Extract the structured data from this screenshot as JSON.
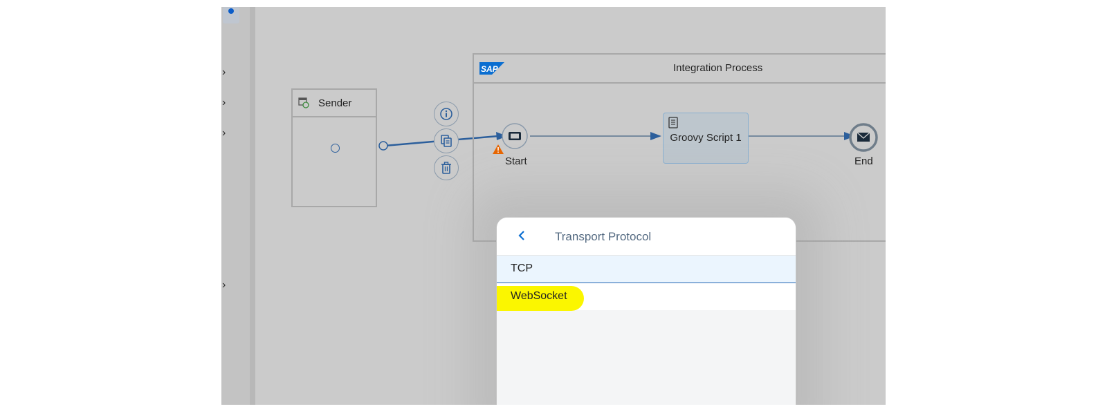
{
  "canvas": {
    "sender": {
      "label": "Sender"
    },
    "integration_process": {
      "title": "Integration Process",
      "logo_text": "SAP"
    },
    "nodes": {
      "start": {
        "label": "Start"
      },
      "groovy": {
        "label": "Groovy Script 1"
      },
      "end": {
        "label": "End"
      }
    },
    "context_buttons": [
      "info-icon",
      "copy-icon",
      "delete-icon"
    ]
  },
  "popup": {
    "title": "Transport Protocol",
    "options": [
      {
        "label": "TCP",
        "selected": true
      },
      {
        "label": "WebSocket",
        "selected": false,
        "highlighted": true
      }
    ]
  },
  "colors": {
    "canvas_bg": "#cbcbcb",
    "flow_line": "#2c5f9c",
    "highlight": "#fbf600",
    "warning": "#e76500",
    "sap_blue": "#0a6ed1"
  }
}
